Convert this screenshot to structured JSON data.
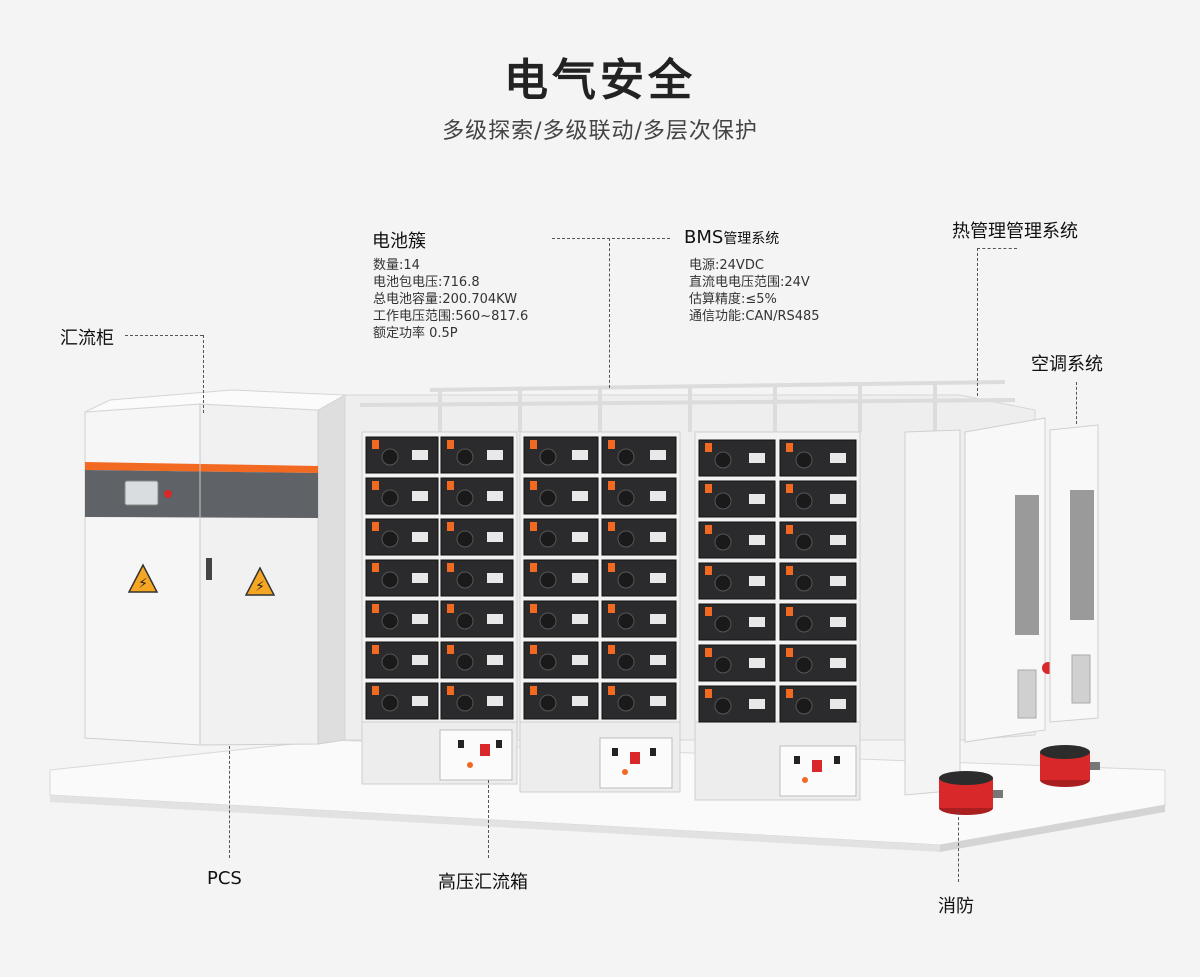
{
  "header": {
    "title": "电气安全",
    "subtitle": "多级探索/多级联动/多层次保护"
  },
  "callouts": {
    "battery_cluster": {
      "title": "电池簇",
      "specs": [
        "数量:14",
        "电池包电压:716.8",
        "总电池容量:200.704KW",
        "工作电压范围:560~817.6",
        "额定功率 0.5P"
      ]
    },
    "bms": {
      "title_main": "BMS",
      "title_suffix": "管理系统",
      "specs": [
        "电源:24VDC",
        "直流电电压范围:24V",
        "估算精度:≤5%",
        "通信功能:CAN/RS485"
      ]
    },
    "thermal": {
      "title": "热管理管理系统"
    },
    "aircon": {
      "title": "空调系统"
    },
    "combiner_cabinet": {
      "title": "汇流柜"
    },
    "pcs": {
      "title": "PCS"
    },
    "hv_combiner_box": {
      "title": "高压汇流箱"
    },
    "fire": {
      "title": "消防"
    }
  },
  "icons": {
    "warning": "high-voltage-warning-icon",
    "screen": "hmi-screen-icon",
    "extinguisher": "fire-suppression-icon"
  },
  "colors": {
    "accent_orange": "#f26a21",
    "warning_yellow": "#f5a623",
    "battery_black": "#2b2b2d",
    "cabinet_white": "#f7f7f7",
    "extinguisher_red": "#d8282a"
  }
}
